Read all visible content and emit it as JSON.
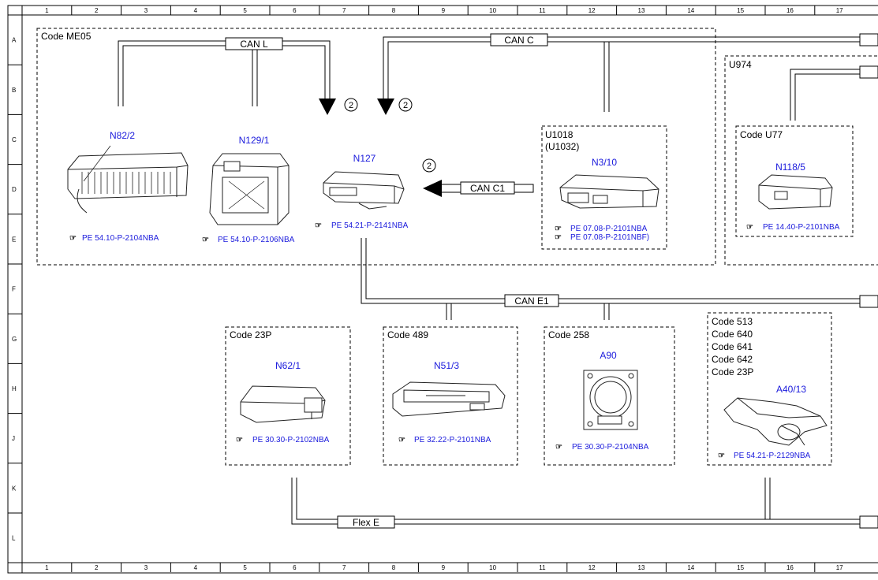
{
  "grid": {
    "columns": [
      "1",
      "2",
      "3",
      "4",
      "5",
      "6",
      "7",
      "8",
      "9",
      "10",
      "11",
      "12",
      "13",
      "14",
      "15",
      "16",
      "17"
    ],
    "rows": [
      "A",
      "B",
      "C",
      "D",
      "E",
      "F",
      "G",
      "H",
      "J",
      "K",
      "L"
    ]
  },
  "colors": {
    "line": "#000000",
    "component_label": "#1a1adc",
    "reference": "#1a1adc",
    "border": "#000000"
  },
  "boxes": {
    "me05": {
      "title": "Code ME05"
    },
    "u974": {
      "title": "U974"
    },
    "u77": {
      "title": "Code U77"
    },
    "u1018": {
      "title_1": "U1018",
      "title_2": "(U1032)"
    },
    "code23p": {
      "title": "Code 23P"
    },
    "code489": {
      "title": "Code 489"
    },
    "code258": {
      "title": "Code 258"
    },
    "code513": {
      "titles": [
        "Code 513",
        "Code 640",
        "Code 641",
        "Code 642",
        "Code 23P"
      ]
    }
  },
  "components": {
    "n82_2": {
      "label": "N82/2",
      "ref": "PE 54.10-P-2104NBA"
    },
    "n129_1": {
      "label": "N129/1",
      "ref": "PE 54.10-P-2106NBA"
    },
    "n127": {
      "label": "N127",
      "ref": "PE 54.21-P-2141NBA"
    },
    "n3_10": {
      "label": "N3/10",
      "refs": [
        "PE 07.08-P-2101NBA",
        "PE 07.08-P-2101NBF)"
      ]
    },
    "n118_5": {
      "label": "N118/5",
      "ref": "PE 14.40-P-2101NBA"
    },
    "n62_1": {
      "label": "N62/1",
      "ref": "PE 30.30-P-2102NBA"
    },
    "n51_3": {
      "label": "N51/3",
      "ref": "PE 32.22-P-2101NBA"
    },
    "a90": {
      "label": "A90",
      "ref": "PE 30.30-P-2104NBA"
    },
    "a40_13": {
      "label": "A40/13",
      "ref": "PE 54.21-P-2129NBA"
    }
  },
  "buses": {
    "can_l": "CAN L",
    "can_c": "CAN C",
    "can_c1": "CAN C1",
    "can_e1": "CAN E1",
    "flex_e": "Flex E"
  },
  "markers": {
    "circle_2": "2"
  },
  "icons": {
    "reference": "hand-pointer-icon"
  }
}
